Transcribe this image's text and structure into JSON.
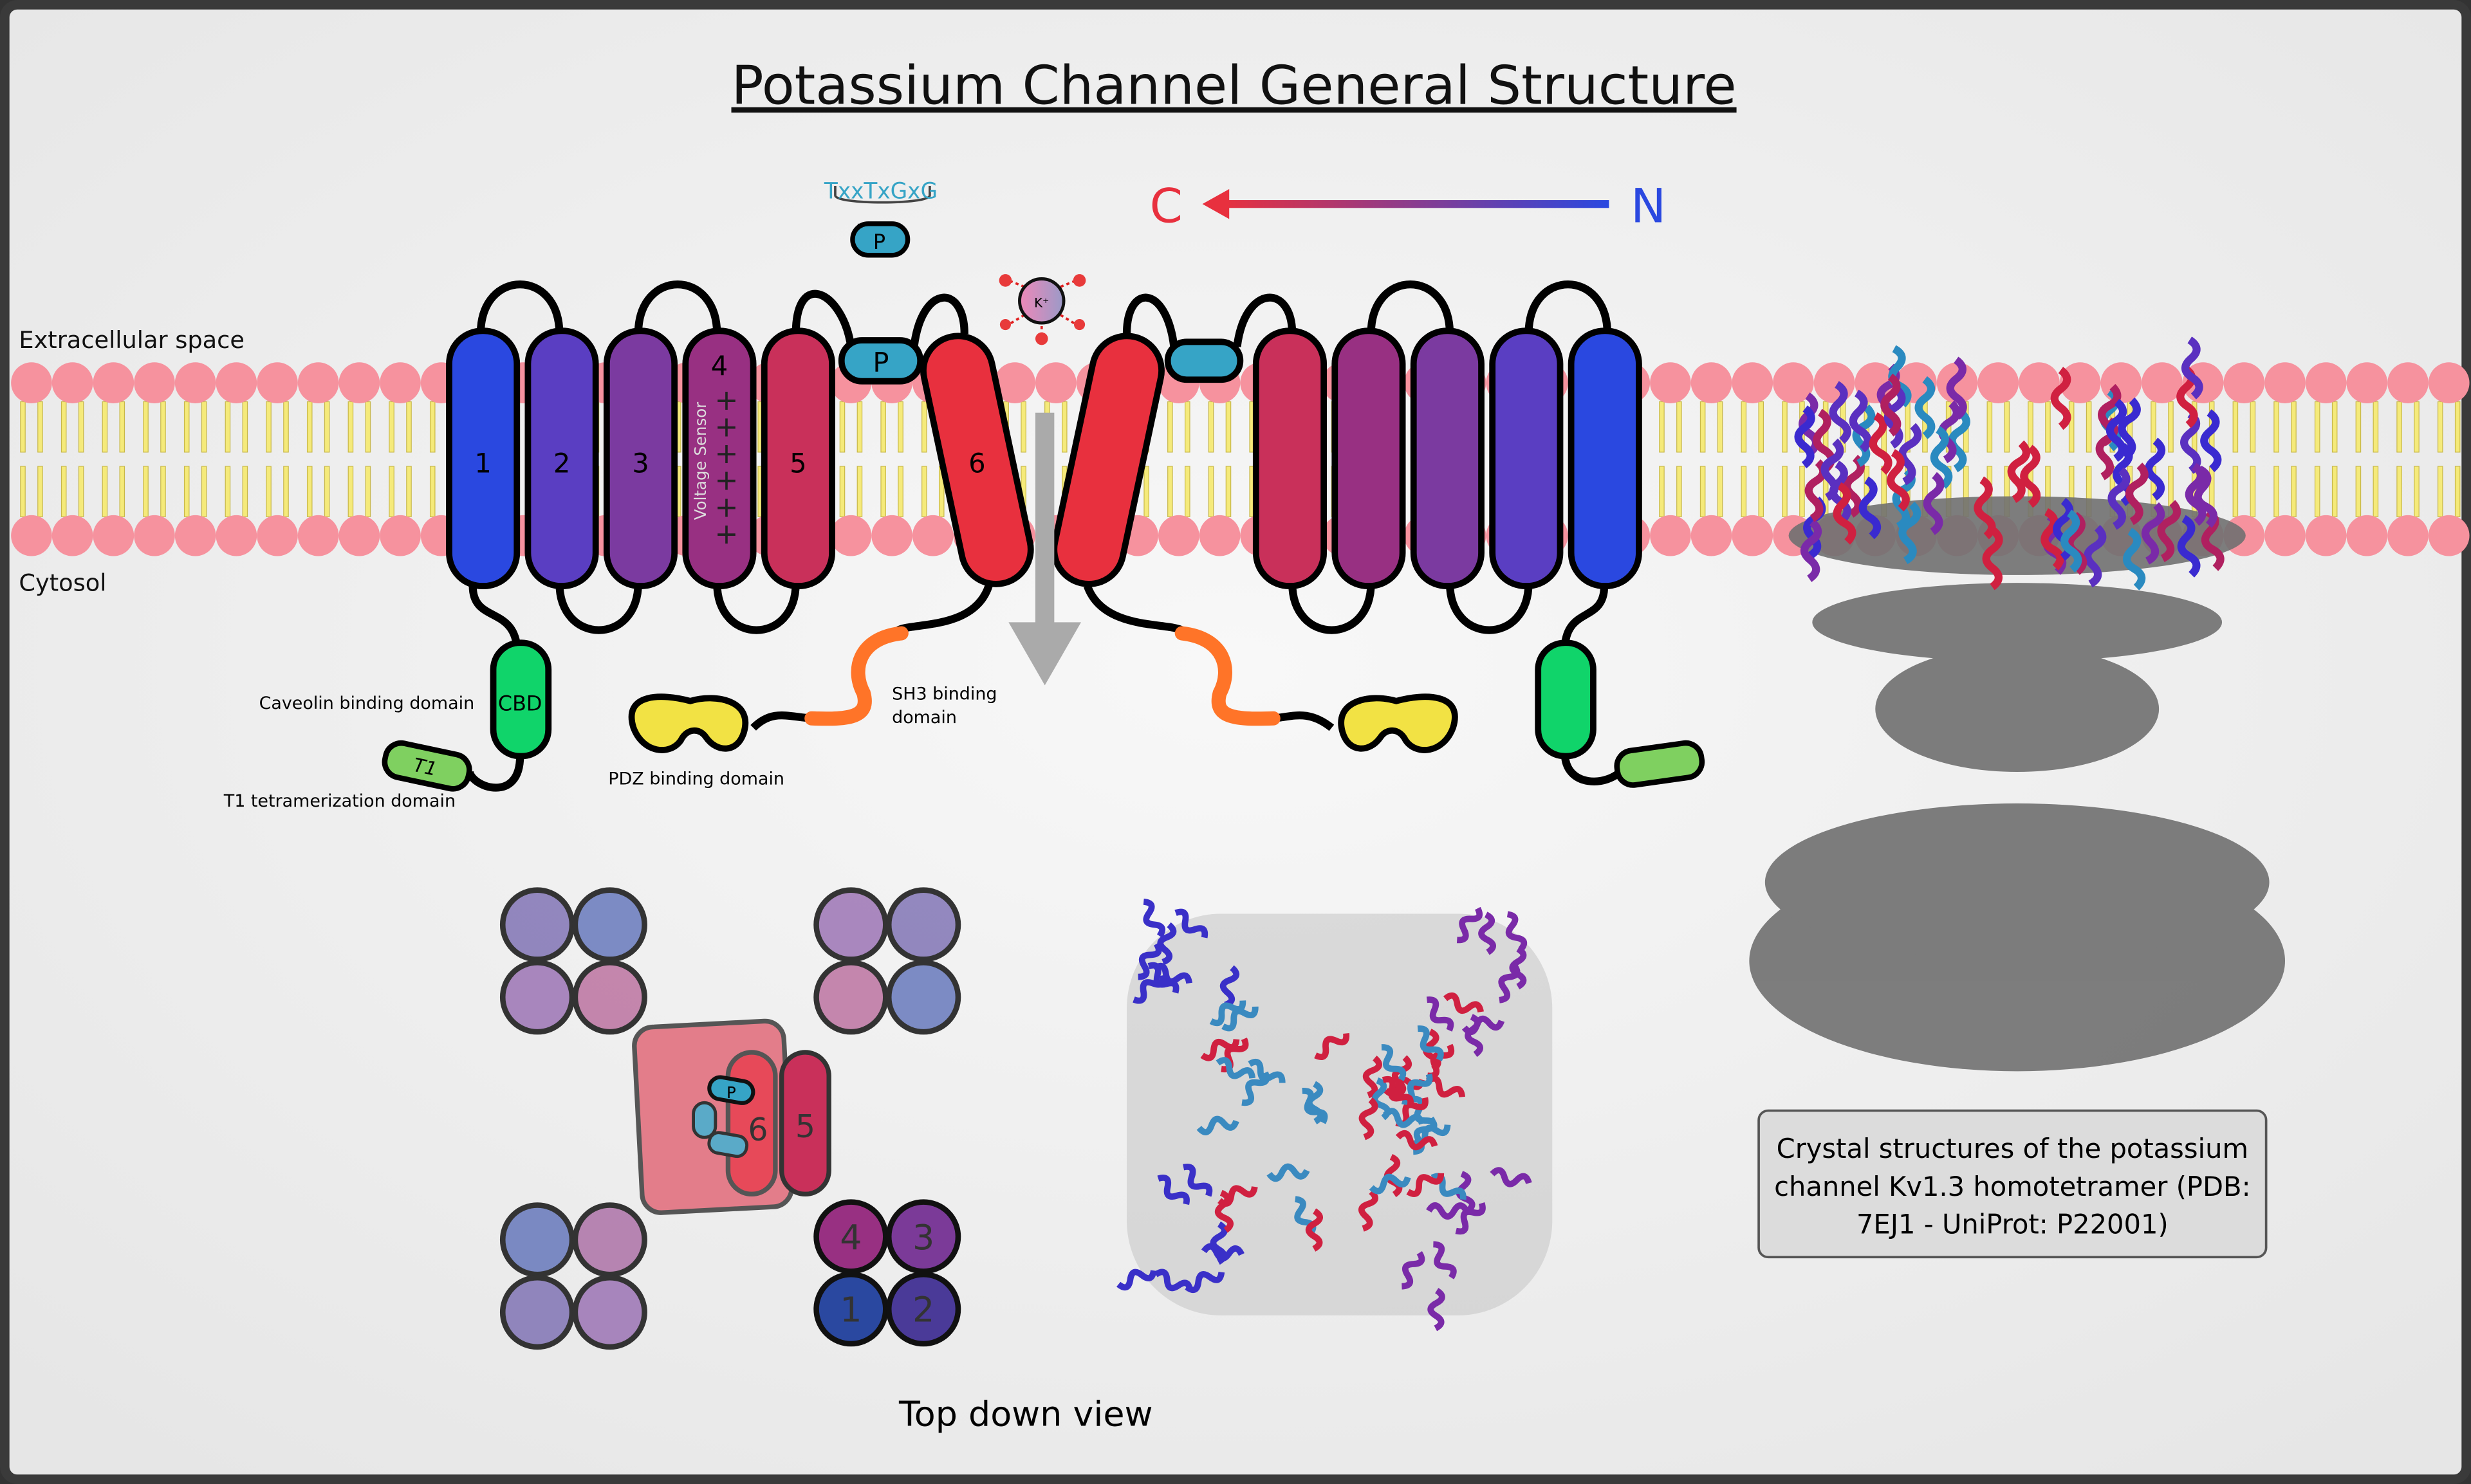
{
  "title": "Potassium Channel General Structure",
  "labels": {
    "extracellular": "Extracellular space",
    "cytosol": "Cytosol",
    "motif": "TxxTxGxG",
    "pore": "P",
    "ion": "K⁺",
    "c_terminus": "C",
    "n_terminus": "N",
    "voltage_sensor": "Voltage Sensor",
    "charges": "+",
    "caveolin": "Caveolin binding domain",
    "cbd": "CBD",
    "t1": "T1",
    "t1_domain": "T1 tetramerization domain",
    "pdz": "PDZ binding domain",
    "sh3_line1": "SH3 binding",
    "sh3_line2": "domain",
    "top_down": "Top down view",
    "caption_line1": "Crystal structures of the potassium",
    "caption_line2": "channel Kv1.3 homotetramer (PDB:",
    "caption_line3": "7EJ1 - UniProt: P22001)"
  },
  "helices": [
    "1",
    "2",
    "3",
    "4",
    "5",
    "6"
  ],
  "colors": {
    "s1": "#2a48e0",
    "s2": "#5a3ec2",
    "s3": "#7b3aa0",
    "s4": "#983082",
    "s5": "#c9305a",
    "s6": "#e8303e",
    "pore": "#36a4c6",
    "cbd": "#10d46a",
    "t1": "#7fd060",
    "pdz": "#f2e244",
    "sh3": "#ff7428",
    "lipid_head": "#f6929e",
    "lipid_tail": "#f5ea7a",
    "c_color": "#e8303e",
    "n_color": "#2a48e0"
  }
}
